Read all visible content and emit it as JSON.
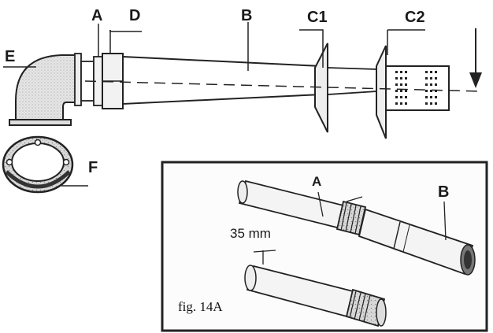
{
  "main_diagram": {
    "labels": {
      "A": "A",
      "D": "D",
      "B": "B",
      "C1": "C1",
      "C2": "C2",
      "E": "E",
      "F": "F"
    }
  },
  "inset": {
    "caption": "fig. 14A",
    "label_a": "A",
    "label_b": "B",
    "measurement": "35 mm"
  }
}
